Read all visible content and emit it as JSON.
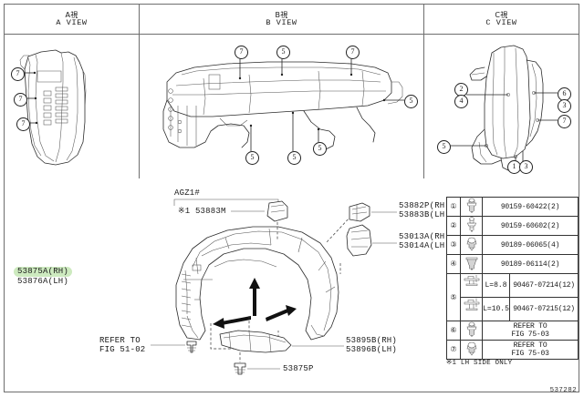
{
  "diagram": {
    "id_code": "537282",
    "footnote": "※1 LH SIDE ONLY"
  },
  "views": [
    {
      "key": "a",
      "jp": "A視",
      "en": "A VIEW",
      "callouts": [
        "7",
        "7",
        "7"
      ]
    },
    {
      "key": "b",
      "jp": "B視",
      "en": "B VIEW",
      "callouts": [
        "7",
        "5",
        "7",
        "5",
        "5",
        "5",
        "5"
      ]
    },
    {
      "key": "c",
      "jp": "C視",
      "en": "C VIEW",
      "callouts": [
        "2",
        "4",
        "6",
        "3",
        "7",
        "5",
        "1",
        "3"
      ]
    }
  ],
  "main_diagram": {
    "bracket_label": "AGZ1#",
    "note_mark": "※1",
    "labels": [
      {
        "name": "liner-shield-part",
        "line1": "※1 53883M",
        "line2": ""
      },
      {
        "name": "fender-liner-main",
        "line1": "53875A(RH)",
        "line2": "53876A(LH)",
        "highlighted": true
      },
      {
        "name": "retainer-upper-part",
        "line1": "53882P(RH)",
        "line2": "53883B(LH)"
      },
      {
        "name": "seal-part",
        "line1": "53013A(RH)",
        "line2": "53014A(LH)"
      },
      {
        "name": "liner-lower-part",
        "line1": "53895B(RH)",
        "line2": "53896B(LH)"
      },
      {
        "name": "clip-part",
        "line1": "53875P",
        "line2": ""
      },
      {
        "name": "refer-note",
        "line1": "REFER TO",
        "line2": "FIG 51-02"
      }
    ],
    "direction_arrows": [
      "A",
      "B",
      "C"
    ]
  },
  "parts_table": {
    "rows": [
      {
        "no": "①",
        "icon": "screw-grommet-icon",
        "part_number": "90159-60422(2)"
      },
      {
        "no": "②",
        "icon": "screw-grommet-icon",
        "part_number": "90159-60602(2)"
      },
      {
        "no": "③",
        "icon": "push-clip-icon",
        "part_number": "90189-06065(4)"
      },
      {
        "no": "④",
        "icon": "nut-clip-icon",
        "part_number": "90189-06114(2)"
      },
      {
        "no": "⑤",
        "icon": "pin-clip-icon",
        "length_a": "L=8.8",
        "part_number_a": "90467-07214(12)",
        "length_b": "L=10.5",
        "part_number_b": "90467-07215(12)"
      },
      {
        "no": "⑥",
        "icon": "screw-grommet-icon",
        "refer_line1": "REFER TO",
        "refer_line2": "FIG 75-03"
      },
      {
        "no": "⑦",
        "icon": "push-clip-icon",
        "refer_line1": "REFER TO",
        "refer_line2": "FIG 75-03"
      }
    ]
  }
}
